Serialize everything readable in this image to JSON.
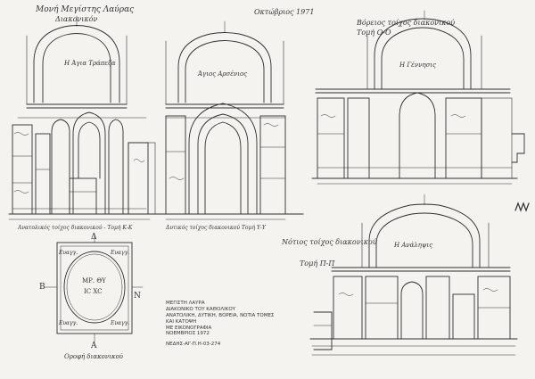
{
  "sheet": {
    "title_line1": "Μονή Μεγίστης Λαύρας",
    "title_line2": "Διακονικόν",
    "date_note": "Οκτώβριος 1971",
    "north_section_title": "Βόρειος τοίχος διακονικού",
    "section_oo": "Τομή Ο-Ο",
    "section_kk_caption": "Ανατολικός τοίχος διακονικού - Τομή Κ-Κ",
    "section_yy_caption": "Δυτικός τοίχος διακονικού Τομή Υ-Υ",
    "south_section_title": "Νότιος τοίχος διακονικού",
    "section_pp": "Τομή Π-Π",
    "plan_caption": "Οροφή διακονικού",
    "plan_center_1": "ΜΡ. ΘΥ",
    "plan_center_2": "IC XC",
    "plan_label_B": "B",
    "plan_label_N": "N",
    "plan_label_D": "Δ",
    "plan_label_A": "A",
    "corner_tl": "Ευαγγ.",
    "corner_tr": "Ευαγγ.",
    "corner_bl": "Ευαγγ.",
    "corner_br": "Ευαγγ.",
    "arch_label_kk": "Η Άγια Τράπεζα",
    "arch_label_yy": "Άγιος Αρσένιος",
    "arch_label_oo": "Η Γέννησις",
    "arch_label_pp": "Η Ανάληψις",
    "legend_line1": "ΜΕΓΙΣΤΗ ΛΑΥΡΑ",
    "legend_line2": "ΔΙΑΚΟΝΙΚΟ ΤΟΥ ΚΑΘΟΛΙΚΟΥ",
    "legend_line3": "ΑΝΑΤΟΛΙΚΗ, ΔΥΤΙΚΗ, ΒΟΡΕΙΑ, ΝΟΤΙΑ ΤΟΜΕΣ",
    "legend_line4": "ΚΑΙ ΚΑΤΟΨΗ",
    "legend_line5": "ΜΕ ΕΙΚΟΝΟΓΡΑΦΙΑ",
    "legend_line6": "ΝΟΕΜΒΡΙΟΣ 1972",
    "legend_line7": "ΝΕΔΗΣ-ΑΓ-Π.Η-03-274"
  }
}
